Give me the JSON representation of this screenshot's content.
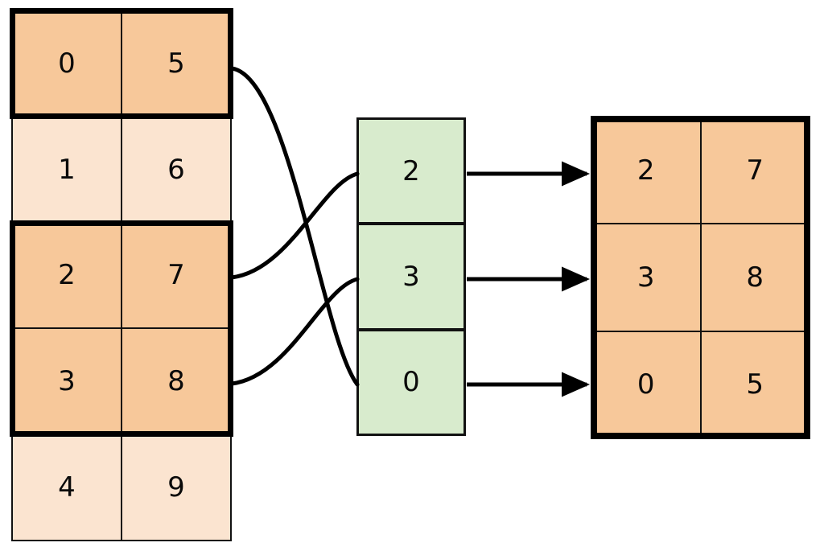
{
  "diagram": {
    "title": "row-gather-by-index",
    "colors": {
      "highlight_fill": "#f7c89a",
      "plain_fill": "#fbe4d0",
      "key_fill": "#d8ebcd",
      "stroke": "#111111",
      "heavy_stroke": "#000000"
    },
    "source_table": {
      "name": "source-table",
      "columns": 2,
      "rows": [
        {
          "index": 0,
          "cells": [
            "0",
            "5"
          ],
          "highlighted": true
        },
        {
          "index": 1,
          "cells": [
            "1",
            "6"
          ],
          "highlighted": false
        },
        {
          "index": 2,
          "cells": [
            "2",
            "7"
          ],
          "highlighted": true
        },
        {
          "index": 3,
          "cells": [
            "3",
            "8"
          ],
          "highlighted": true
        },
        {
          "index": 4,
          "cells": [
            "4",
            "9"
          ],
          "highlighted": false
        }
      ]
    },
    "key_column": {
      "name": "key-column",
      "values": [
        "2",
        "3",
        "0"
      ]
    },
    "result_table": {
      "name": "result-table",
      "columns": 2,
      "rows": [
        {
          "index": 0,
          "cells": [
            "2",
            "7"
          ]
        },
        {
          "index": 1,
          "cells": [
            "3",
            "8"
          ]
        },
        {
          "index": 2,
          "cells": [
            "0",
            "5"
          ]
        }
      ]
    },
    "links": [
      {
        "name": "link-source-row-0-to-key-2",
        "from_row": 0,
        "to_key": 2
      },
      {
        "name": "link-source-row-2-to-key-0",
        "from_row": 2,
        "to_key": 0
      },
      {
        "name": "link-source-row-3-to-key-1",
        "from_row": 3,
        "to_key": 1
      }
    ],
    "arrows": [
      {
        "name": "arrow-key-0-to-result-row-0"
      },
      {
        "name": "arrow-key-1-to-result-row-1"
      },
      {
        "name": "arrow-key-2-to-result-row-2"
      }
    ]
  }
}
